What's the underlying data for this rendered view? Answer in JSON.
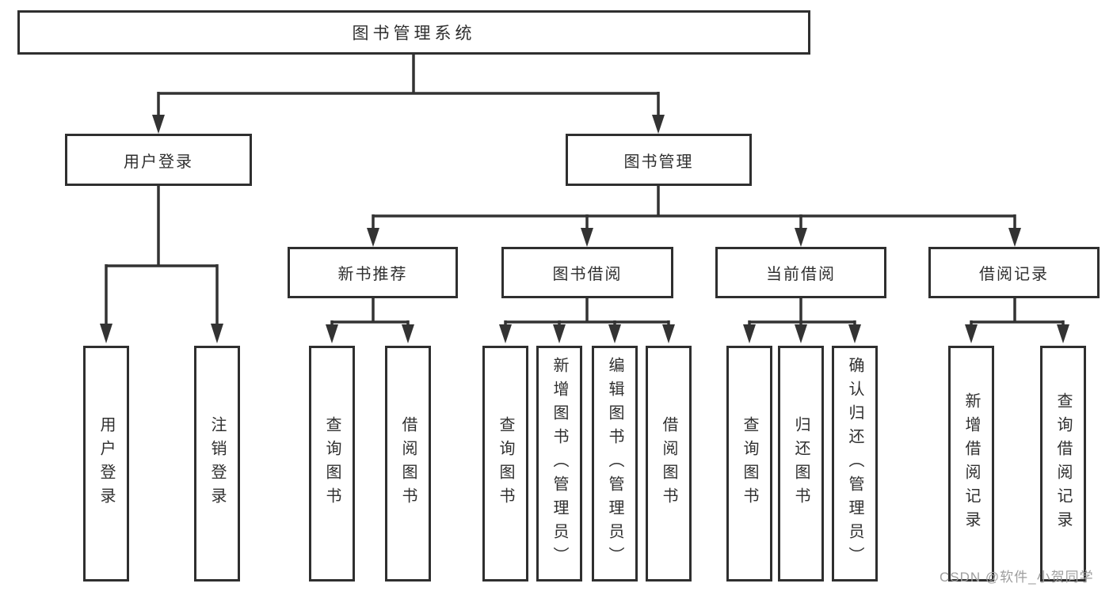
{
  "diagram": {
    "tree": {
      "label": "图书管理系统",
      "children": [
        {
          "label": "用户登录",
          "children": [
            {
              "label": "用户登录"
            },
            {
              "label": "注销登录"
            }
          ]
        },
        {
          "label": "图书管理",
          "children": [
            {
              "label": "新书推荐",
              "children": [
                {
                  "label": "查询图书"
                },
                {
                  "label": "借阅图书"
                }
              ]
            },
            {
              "label": "图书借阅",
              "children": [
                {
                  "label": "查询图书"
                },
                {
                  "label": "新增图书（管理员）"
                },
                {
                  "label": "编辑图书（管理员）"
                },
                {
                  "label": "借阅图书"
                }
              ]
            },
            {
              "label": "当前借阅",
              "children": [
                {
                  "label": "查询图书"
                },
                {
                  "label": "归还图书"
                },
                {
                  "label": "确认归还（管理员）"
                }
              ]
            },
            {
              "label": "借阅记录",
              "children": [
                {
                  "label": "新增借阅记录"
                },
                {
                  "label": "查询借阅记录"
                }
              ]
            }
          ]
        }
      ]
    },
    "colors": {
      "line": "#333333",
      "box_border": "#2f2f2f",
      "box_background": "#ffffff",
      "watermark": "#9e9e9e"
    }
  },
  "watermark": {
    "text": "CSDN @软件_小贺同学"
  }
}
